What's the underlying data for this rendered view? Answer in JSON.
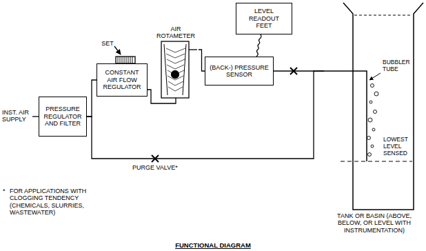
{
  "diagram": {
    "caption": "FUNCTIONAL DIAGRAM",
    "nodes": [
      {
        "text": [
          "PRESSURE REGULATOR AND FILTER"
        ]
      },
      {
        "text": [
          "CONSTANT AIR FLOW REGULATOR"
        ]
      },
      {
        "text": [
          "AIR ROTAMETER"
        ]
      },
      {
        "text": [
          "LEVEL READOUT FEET"
        ]
      },
      {
        "text": [
          "(BACK-) PRESSURE SENSOR"
        ]
      },
      {
        "text": [
          "TANK OR BASIN (ABOVE, BELOW, OR LEVEL WITH INSTRUMENTATION)"
        ]
      }
    ],
    "edges": [
      {
        "from": 0,
        "to": 1,
        "arrow": "none"
      },
      {
        "from": 1,
        "to": 2,
        "arrow": "none"
      },
      {
        "from": 2,
        "to": 4,
        "arrow": "none"
      },
      {
        "from": 4,
        "to": 3,
        "arrow": "none"
      },
      {
        "from": 4,
        "to": 5,
        "arrow": "none"
      },
      {
        "from": 0,
        "to": 5,
        "arrow": "none"
      }
    ],
    "labels": [
      "INST. AIR SUPPLY",
      "SET",
      "PURGE VALVE*",
      "*",
      "FOR APPLICATIONS WITH CLOGGING TENDENCY (CHEMICALS, SLURRIES, WASTEWATER)",
      "BUBBLER TUBE",
      "LOWEST LEVEL SENSED"
    ]
  }
}
